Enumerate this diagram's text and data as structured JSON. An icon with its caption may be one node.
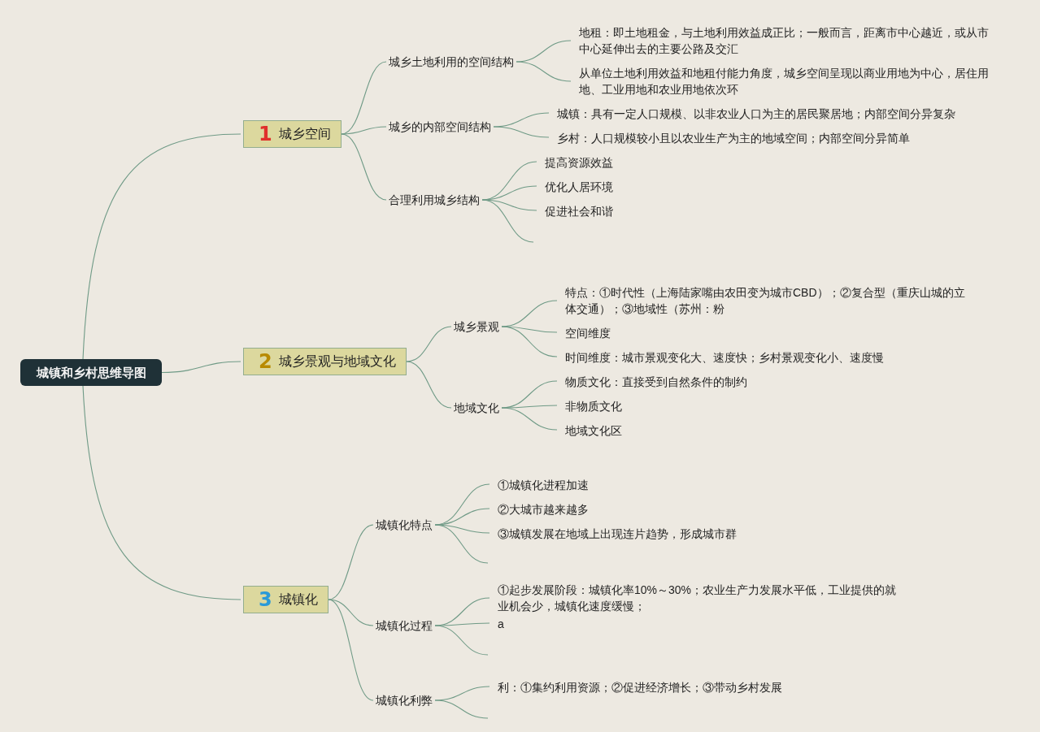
{
  "diagram": {
    "nodes": [
      {
        "text": [
          "城镇和乡村思维导图"
        ]
      },
      {
        "text": [
          "1",
          "城乡空间"
        ]
      },
      {
        "text": [
          "城乡土地利用的空间结构"
        ]
      },
      {
        "text": [
          "地租：即土地租金，与土地利用效益成正比；一般而言，距离市中心越近，或从市中心延伸出去的主要公路及交汇"
        ]
      },
      {
        "text": [
          "从单位土地利用效益和地租付能力角度，城乡空间呈现以商业用地为中心，居住用地、工业用地和农业用地依次环"
        ]
      },
      {
        "text": [
          "城乡的内部空间结构"
        ]
      },
      {
        "text": [
          "城镇：具有一定人口规模、以非农业人口为主的居民聚居地；内部空间分异复杂"
        ]
      },
      {
        "text": [
          "乡村：人口规模较小且以农业生产为主的地域空间；内部空间分异简单"
        ]
      },
      {
        "text": [
          "合理利用城乡结构"
        ]
      },
      {
        "text": [
          "提高资源效益"
        ]
      },
      {
        "text": [
          "优化人居环境"
        ]
      },
      {
        "text": [
          "促进社会和谐"
        ]
      },
      {
        "text": [
          "2",
          "城乡景观与地域文化"
        ]
      },
      {
        "text": [
          "城乡景观"
        ]
      },
      {
        "text": [
          "特点：①时代性（上海陆家嘴由农田变为城市CBD）；②复合型（重庆山城的立体交通）；③地域性（苏州：粉"
        ]
      },
      {
        "text": [
          "空间维度"
        ]
      },
      {
        "text": [
          "时间维度：城市景观变化大、速度快；乡村景观变化小、速度慢"
        ]
      },
      {
        "text": [
          "地域文化"
        ]
      },
      {
        "text": [
          "物质文化：直接受到自然条件的制约"
        ]
      },
      {
        "text": [
          "非物质文化"
        ]
      },
      {
        "text": [
          "地域文化区"
        ]
      },
      {
        "text": [
          "3",
          "城镇化"
        ]
      },
      {
        "text": [
          "城镇化特点"
        ]
      },
      {
        "text": [
          "①城镇化进程加速"
        ]
      },
      {
        "text": [
          "②大城市越来越多"
        ]
      },
      {
        "text": [
          "③城镇发展在地域上出现连片趋势，形成城市群"
        ]
      },
      {
        "text": [
          "城镇化过程"
        ]
      },
      {
        "text": [
          "①起步发展阶段：城镇化率10%～30%；农业生产力发展水平低，工业提供的就业机会少，城镇化速度缓慢；"
        ]
      },
      {
        "text": [
          "a"
        ]
      },
      {
        "text": [
          "城镇化利弊"
        ]
      },
      {
        "text": [
          "利：①集约利用资源；②促进经济增长；③带动乡村发展"
        ]
      }
    ],
    "edges": [
      {
        "from": 0,
        "to": 1,
        "arrow": "none"
      },
      {
        "from": 0,
        "to": 12,
        "arrow": "none"
      },
      {
        "from": 0,
        "to": 21,
        "arrow": "none"
      },
      {
        "from": 1,
        "to": 2,
        "arrow": "none"
      },
      {
        "from": 1,
        "to": 5,
        "arrow": "none"
      },
      {
        "from": 1,
        "to": 8,
        "arrow": "none"
      },
      {
        "from": 2,
        "to": 3,
        "arrow": "none"
      },
      {
        "from": 2,
        "to": 4,
        "arrow": "none"
      },
      {
        "from": 5,
        "to": 6,
        "arrow": "none"
      },
      {
        "from": 5,
        "to": 7,
        "arrow": "none"
      },
      {
        "from": 8,
        "to": 9,
        "arrow": "none"
      },
      {
        "from": 8,
        "to": 10,
        "arrow": "none"
      },
      {
        "from": 8,
        "to": 11,
        "arrow": "none"
      },
      {
        "from": 8,
        "to": null,
        "arrow": "none"
      },
      {
        "from": 12,
        "to": 13,
        "arrow": "none"
      },
      {
        "from": 12,
        "to": 17,
        "arrow": "none"
      },
      {
        "from": 13,
        "to": 14,
        "arrow": "none"
      },
      {
        "from": 13,
        "to": 15,
        "arrow": "none"
      },
      {
        "from": 13,
        "to": 16,
        "arrow": "none"
      },
      {
        "from": 17,
        "to": 18,
        "arrow": "none"
      },
      {
        "from": 17,
        "to": 19,
        "arrow": "none"
      },
      {
        "from": 17,
        "to": 20,
        "arrow": "none"
      },
      {
        "from": 21,
        "to": 22,
        "arrow": "none"
      },
      {
        "from": 21,
        "to": 26,
        "arrow": "none"
      },
      {
        "from": 21,
        "to": 29,
        "arrow": "none"
      },
      {
        "from": 22,
        "to": 23,
        "arrow": "none"
      },
      {
        "from": 22,
        "to": 24,
        "arrow": "none"
      },
      {
        "from": 22,
        "to": 25,
        "arrow": "none"
      },
      {
        "from": 22,
        "to": null,
        "arrow": "none"
      },
      {
        "from": 26,
        "to": 27,
        "arrow": "none"
      },
      {
        "from": 26,
        "to": 28,
        "arrow": "none"
      },
      {
        "from": 26,
        "to": null,
        "arrow": "none"
      },
      {
        "from": 29,
        "to": 30,
        "arrow": "none"
      },
      {
        "from": 29,
        "to": null,
        "arrow": "none"
      }
    ]
  }
}
